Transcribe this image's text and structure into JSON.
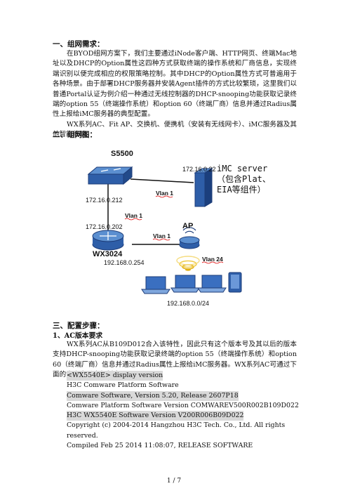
{
  "sections": {
    "s1_title": "一、组网需求：",
    "s1_p1": "在BYOD组网方案下，我们主要通过iNode客户端、HTTP网页、终端Mac地址以及DHCP的Option属性这四种方式获取终端的操作系统和厂商信息，实现终端识别以便完成相应的权限策略控制。其中DHCP的Option属性方式可普遍用于各种场景。由于部署DHCP服务器并安装Agent插件的方式比较繁琐，这里我们以普通Portal认证为例介绍一种通过无线控制器的DHCP-snooping功能获取记录终端的option 55（终端操作系统）和option 60（终端厂商）信息并通过Radius属性上报给iMC服务器的典型配置。",
    "s1_p2": "WX系列AC、Fit AP、交换机、便携机（安装有无线网卡）、iMC服务器及其他智能终端。",
    "s2_title": "二、组网图：",
    "s3_title": "三、配置步骤：",
    "s3_sub1": "1、AC版本要求",
    "s3_p1": "WX系列AC从B109D012合入该特性，因此只有这个版本号及其以后的版本支持DHCP-snooping功能获取记录终端的option 55（终端操作系统）和option 60（终端厂商）信息并通过Radius属性上报给iMC服务器。WX系列AC可通过下面的命令查看内部版本号："
  },
  "code_lines": [
    {
      "text": "<WX5540E> display version",
      "highlight": true
    },
    {
      "text": "H3C Comware Platform Software",
      "highlight": false
    },
    {
      "text": "Comware Software, Version 5.20, Release 2607P18",
      "highlight": true
    },
    {
      "text": "Comware Platform Software Version COMWAREV500R002B109D022",
      "highlight": false
    },
    {
      "text": "H3C WX5540E Software Version V200R006B09D022",
      "highlight": true
    },
    {
      "text": "Copyright (c) 2004-2014 Hangzhou H3C Tech. Co., Ltd. All rights reserved.",
      "highlight": false
    },
    {
      "text": "Compiled Feb 25 2014 11:08:07, RELEASE SOFTWARE",
      "highlight": false
    }
  ],
  "diagram": {
    "s5500_label": "S5500",
    "s5500_ip": "172.16.0.212",
    "server_ip": "172.16.0.22",
    "server_label_1": "iMC server",
    "server_label_2": "（包含Plat、",
    "server_label_3": "EIA等组件）",
    "vlan1_top": "Vlan 1",
    "vlan1_mid": "Vlan 1",
    "vlan1_ac": "Vlan 1",
    "wx_ip_top": "172.16.0.202",
    "wx_label": "WX3024",
    "wx_ip_bottom": "192.168.0.254",
    "ap_label": "AP",
    "vlan24": "Vlan 24",
    "client_subnet": "192.168.0.0/24"
  },
  "footer": "1 / 7"
}
